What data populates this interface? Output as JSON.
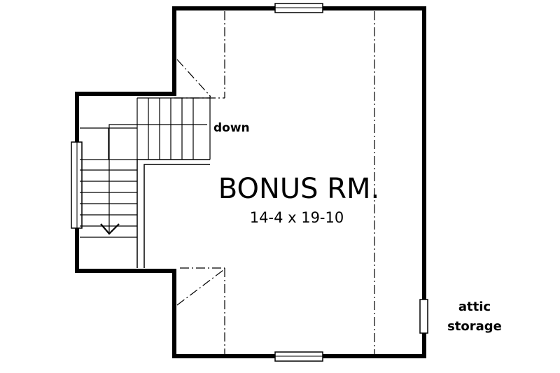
{
  "room": {
    "name": "BONUS RM.",
    "dimensions": "14-4 x 19-10"
  },
  "labels": {
    "stair_direction": "down",
    "attic_line1": "attic",
    "attic_line2": "storage"
  },
  "colors": {
    "ink": "#000000",
    "paper": "#ffffff"
  }
}
